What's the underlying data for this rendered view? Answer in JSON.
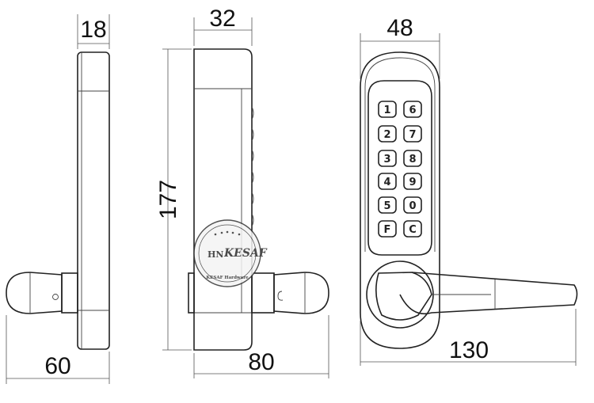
{
  "dimensions": {
    "side_thickness": "18",
    "side_depth": "32",
    "front_width": "48",
    "height": "177",
    "handle_side": "60",
    "handle_depth": "80",
    "lever_length": "130"
  },
  "keypad": {
    "left_column": [
      "1",
      "2",
      "3",
      "4",
      "5",
      "F"
    ],
    "right_column": [
      "6",
      "7",
      "8",
      "9",
      "0",
      "C"
    ]
  },
  "watermark": {
    "brand": "KESAF",
    "tagline": "KESAF Hardware",
    "monogram": "HN"
  },
  "colors": {
    "line": "#222222",
    "background": "#ffffff"
  }
}
